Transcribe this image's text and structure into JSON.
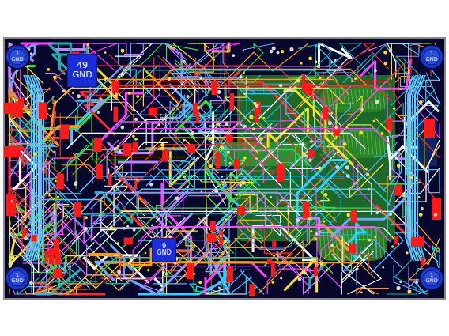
{
  "diagram": {
    "nodes": [
      {
        "text": [
          "1 GND"
        ]
      },
      {
        "text": [
          "49 GND"
        ]
      },
      {
        "text": [
          "1 GND"
        ]
      },
      {
        "text": [
          "9 GND"
        ]
      },
      {
        "text": [
          "1 GND"
        ]
      },
      {
        "text": [
          "1 GND"
        ]
      }
    ]
  }
}
